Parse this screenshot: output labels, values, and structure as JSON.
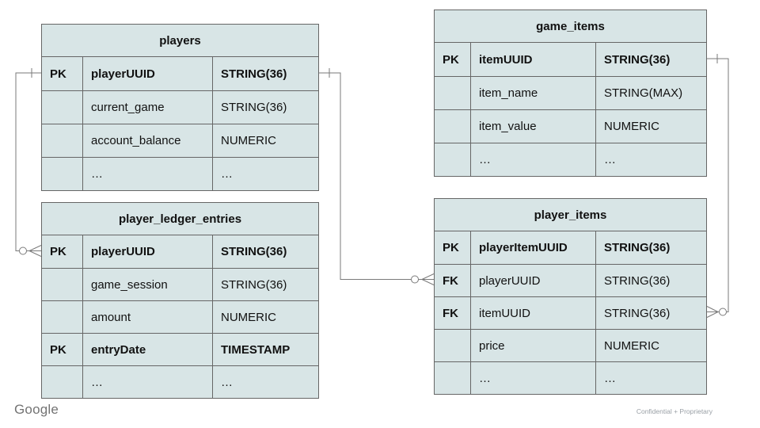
{
  "diagram": {
    "tables": {
      "players": {
        "title": "players",
        "rows": [
          {
            "key": "PK",
            "name": "playerUUID",
            "type": "STRING(36)"
          },
          {
            "key": "",
            "name": "current_game",
            "type": "STRING(36)"
          },
          {
            "key": "",
            "name": "account_balance",
            "type": "NUMERIC"
          },
          {
            "key": "",
            "name": "…",
            "type": "…"
          }
        ]
      },
      "game_items": {
        "title": "game_items",
        "rows": [
          {
            "key": "PK",
            "name": "itemUUID",
            "type": "STRING(36)"
          },
          {
            "key": "",
            "name": "item_name",
            "type": "STRING(MAX)"
          },
          {
            "key": "",
            "name": "item_value",
            "type": "NUMERIC"
          },
          {
            "key": "",
            "name": "…",
            "type": "…"
          }
        ]
      },
      "player_ledger_entries": {
        "title": "player_ledger_entries",
        "rows": [
          {
            "key": "PK",
            "name": "playerUUID",
            "type": "STRING(36)"
          },
          {
            "key": "",
            "name": "game_session",
            "type": "STRING(36)"
          },
          {
            "key": "",
            "name": "amount",
            "type": "NUMERIC"
          },
          {
            "key": "PK",
            "name": "entryDate",
            "type": "TIMESTAMP"
          },
          {
            "key": "",
            "name": "…",
            "type": "…"
          }
        ]
      },
      "player_items": {
        "title": "player_items",
        "rows": [
          {
            "key": "PK",
            "name": "playerItemUUID",
            "type": "STRING(36)"
          },
          {
            "key": "FK",
            "name": "playerUUID",
            "type": "STRING(36)"
          },
          {
            "key": "FK",
            "name": "itemUUID",
            "type": "STRING(36)"
          },
          {
            "key": "",
            "name": "price",
            "type": "NUMERIC"
          },
          {
            "key": "",
            "name": "…",
            "type": "…"
          }
        ]
      }
    },
    "relationships": [
      {
        "from": "players.playerUUID",
        "to": "player_ledger_entries.playerUUID",
        "cardinality": "one-to-zero-or-many"
      },
      {
        "from": "players.playerUUID",
        "to": "player_items.playerUUID",
        "cardinality": "one-to-zero-or-many"
      },
      {
        "from": "game_items.itemUUID",
        "to": "player_items.itemUUID",
        "cardinality": "one-to-zero-or-many"
      }
    ]
  },
  "footer": {
    "brand": "Google",
    "notice": "Confidential + Proprietary"
  },
  "colors": {
    "table_fill": "#d8e5e6",
    "table_border": "#666666",
    "line": "#7a7a7a"
  }
}
